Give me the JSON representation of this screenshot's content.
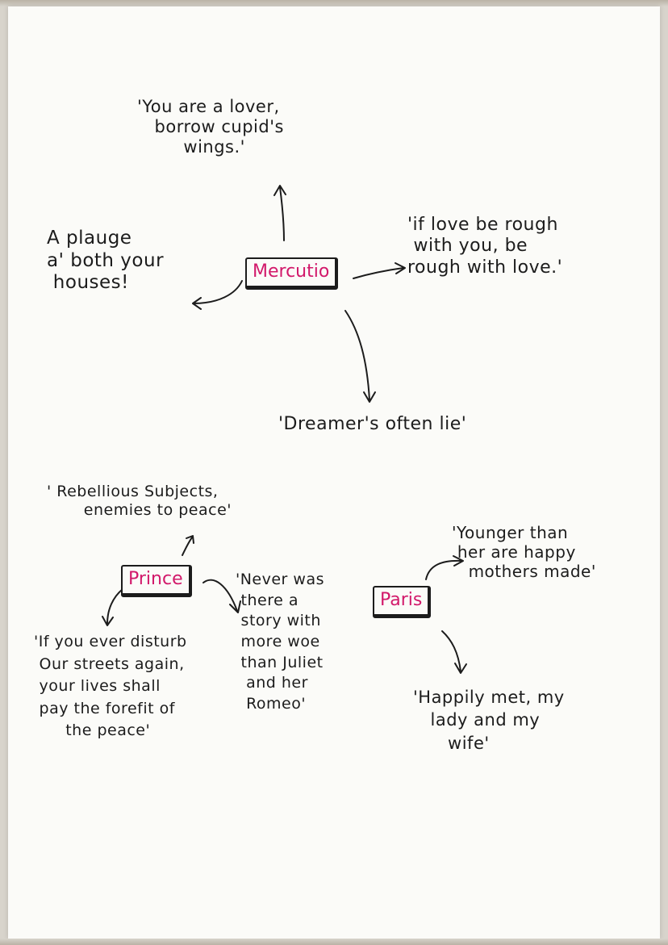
{
  "mercutio": {
    "name": "Mercutio",
    "quote_top": "'You are a lover,\n   borrow cupid's\n        wings.'",
    "quote_left": "A plauge\na' both your\n houses!",
    "quote_right": "'if love be rough\n with you, be\nrough with love.'",
    "quote_bottom": "'Dreamer's often lie'"
  },
  "prince": {
    "name": "Prince",
    "quote_top": "' Rebellious Subjects,\n       enemies to peace'",
    "quote_left": "'If you ever disturb\n Our streets again,\n your lives shall\n pay the forefit of\n      the peace'",
    "quote_right": "'Never was\n there a\n story with\n more woe\n than Juliet\n  and her\n  Romeo'"
  },
  "paris": {
    "name": "Paris",
    "quote_top": "'Younger than\n her are happy\n   mothers made'",
    "quote_bottom": "'Happily met, my\n   lady and my\n      wife'"
  },
  "colors": {
    "ink": "#1c1c1c",
    "name_pink": "#d2186a",
    "paper": "#fbfbf8"
  }
}
